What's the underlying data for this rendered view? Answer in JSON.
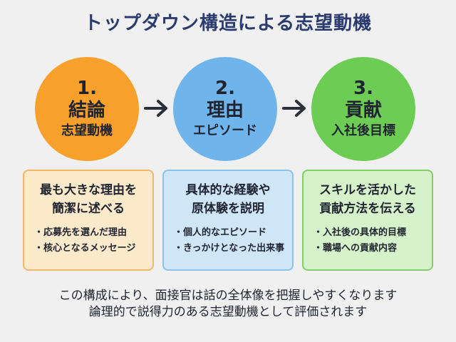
{
  "title": "トップダウン構造による志望動機",
  "steps": [
    {
      "number": "1.",
      "label": "結論",
      "sub": "志望動機",
      "color": "#f7a12c"
    },
    {
      "number": "2.",
      "label": "理由",
      "sub": "エピソード",
      "color": "#6fb5ec"
    },
    {
      "number": "3.",
      "label": "貢献",
      "sub": "入社後目標",
      "color": "#6dcc54"
    }
  ],
  "arrows": [
    "arrow-right-icon",
    "arrow-right-icon"
  ],
  "cards": [
    {
      "heading": [
        "最も大きな理由を",
        "簡潔に述べる"
      ],
      "items": [
        "応募先を選んだ理由",
        "核心となるメッセージ"
      ]
    },
    {
      "heading": [
        "具体的な経験や",
        "原体験を説明"
      ],
      "items": [
        "個人的なエピソード",
        "きっかけとなった出来事"
      ]
    },
    {
      "heading": [
        "スキルを活かした",
        "貢献方法を伝える"
      ],
      "items": [
        "入社後の具体的目標",
        "職場への貢献内容"
      ]
    }
  ],
  "footer": [
    "この構成により、面接官は話の全体像を把握しやすくなります",
    "論理的で説得力のある志望動機として評価されます"
  ]
}
